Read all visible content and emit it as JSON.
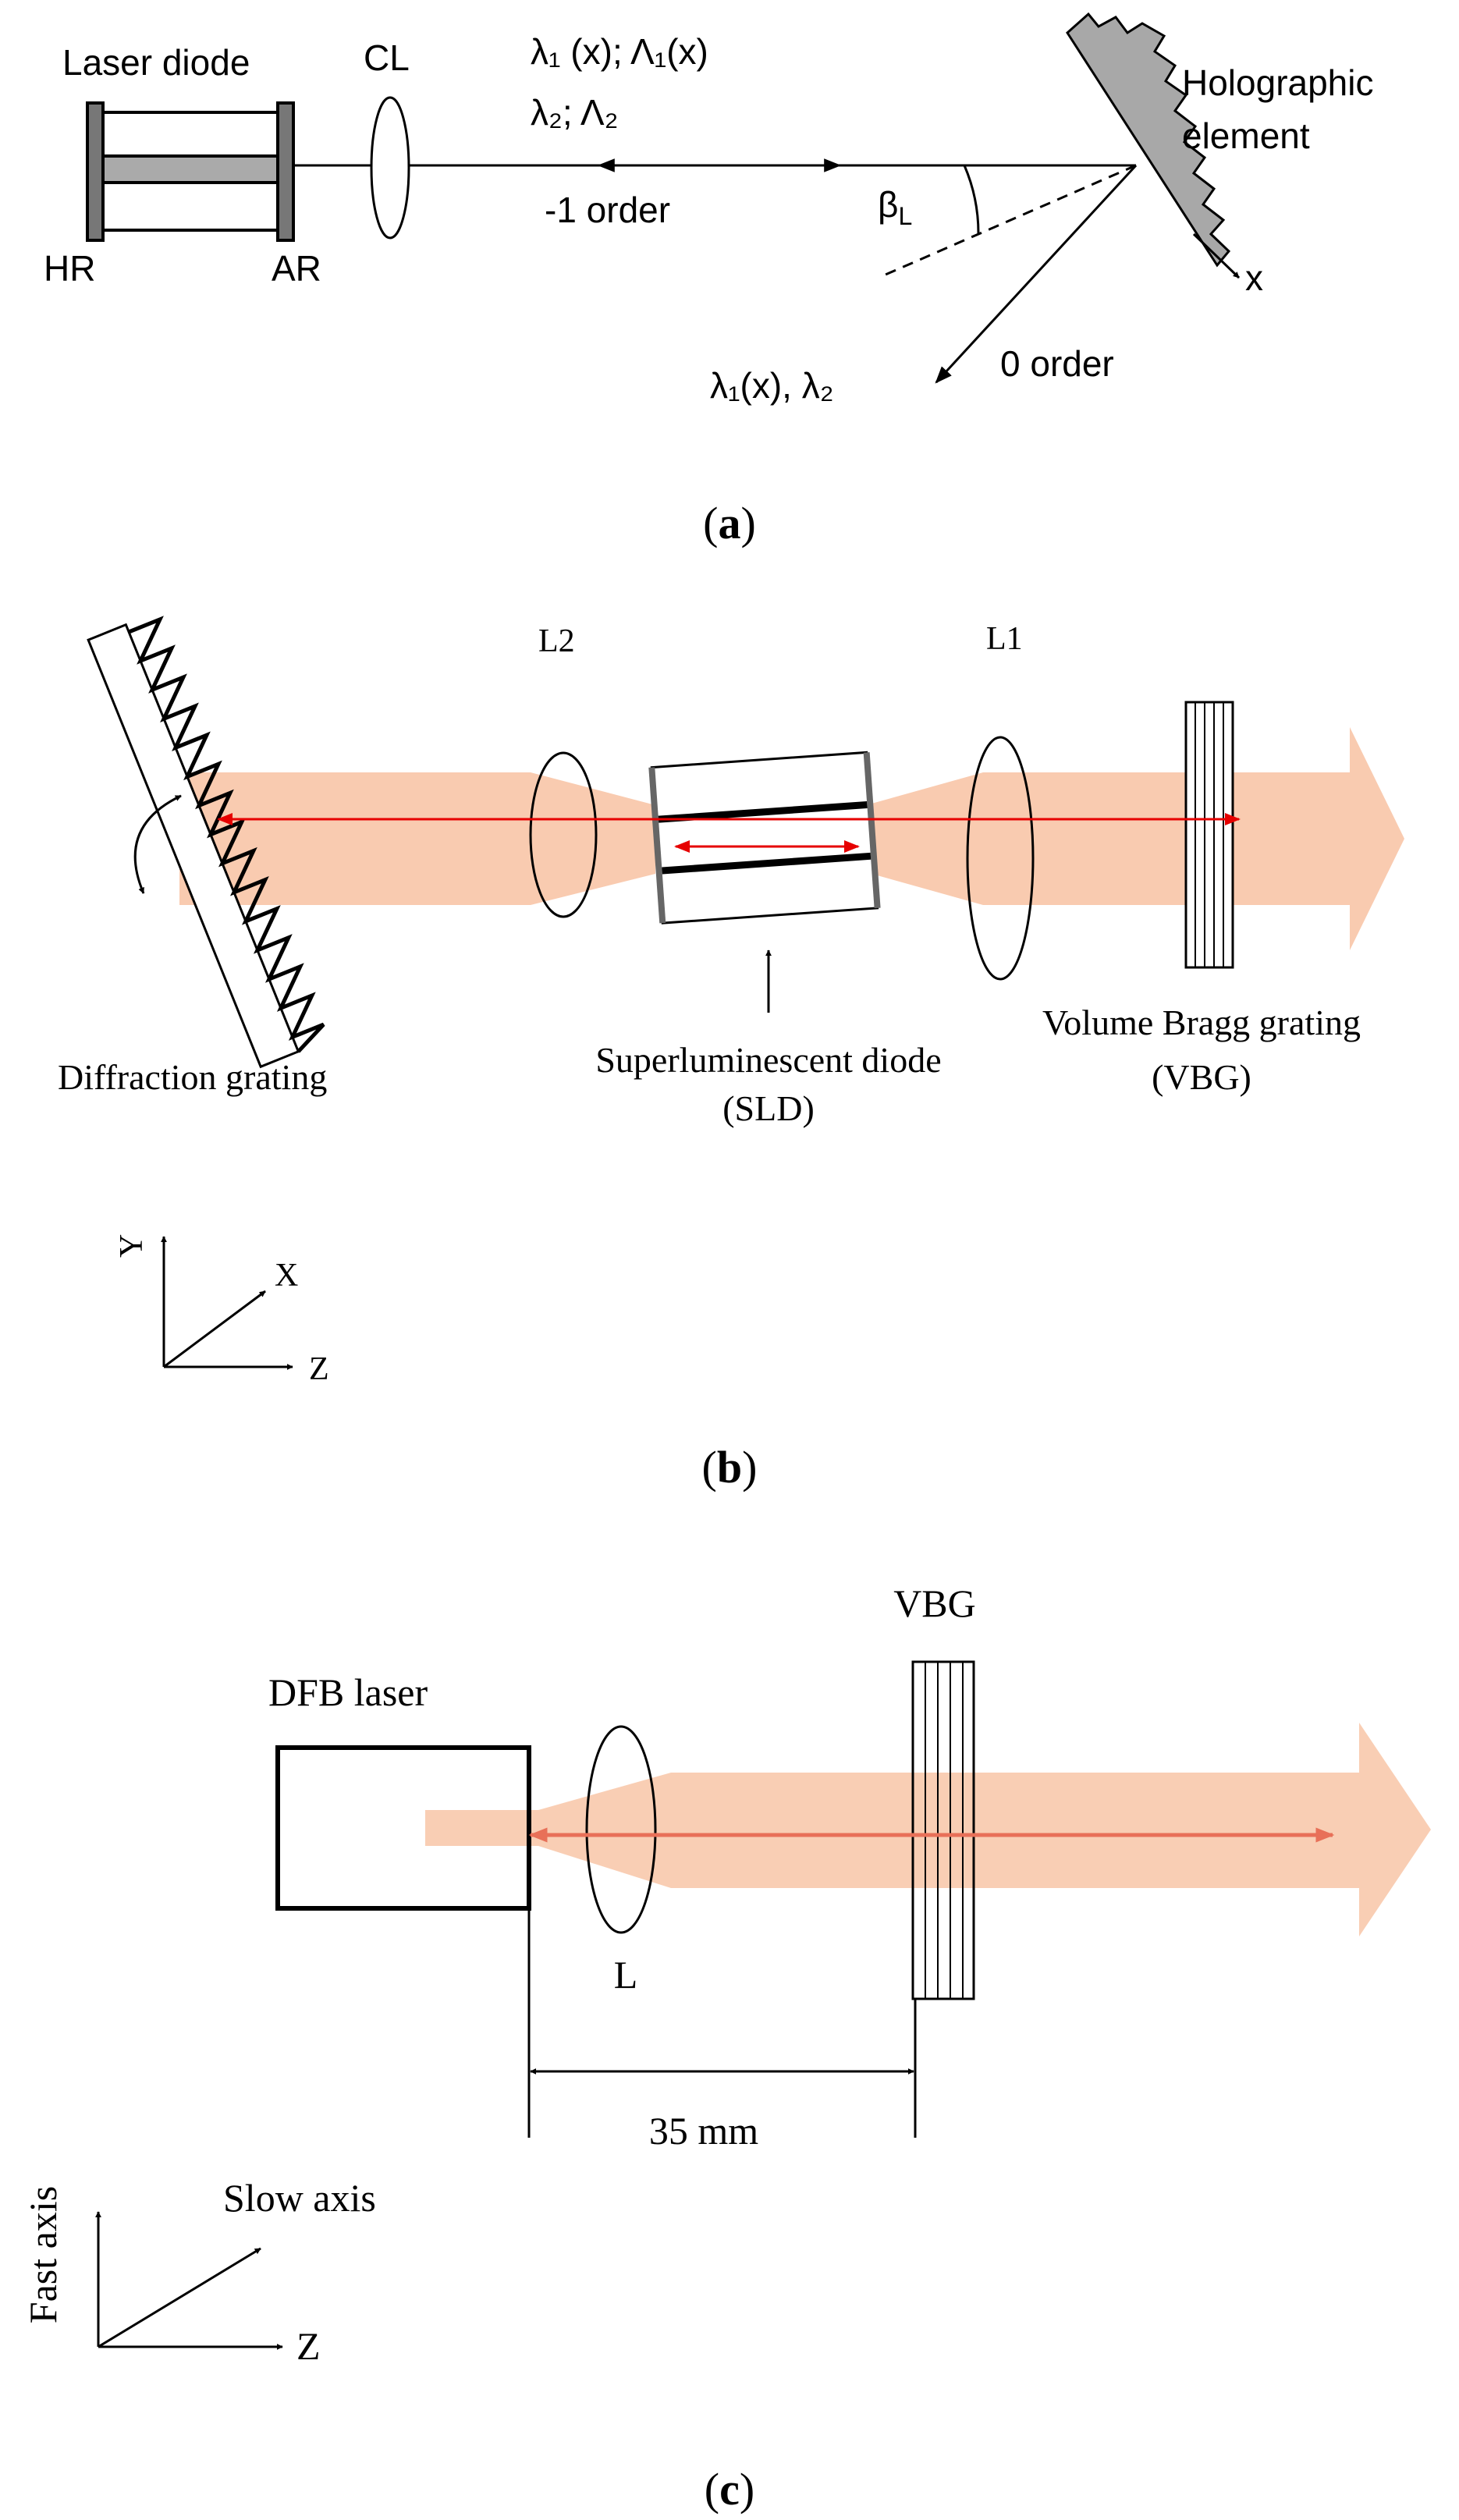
{
  "panel_a": {
    "caption": "a",
    "laser_diode": "Laser diode",
    "hr": "HR",
    "ar": "AR",
    "cl": "CL",
    "lambda1_line": "λ₁ (x); Λ₁(x)",
    "lambda2_line": "λ₂; Λ₂",
    "minus_one_order": "-1 order",
    "beta_l": "β",
    "beta_l_sub": "L",
    "holographic_1": "Holographic",
    "holographic_2": "element",
    "x_axis": "x",
    "zero_order": "0 order",
    "zero_order_lambdas": "λ₁(x), λ₂"
  },
  "panel_b": {
    "caption": "b",
    "l2": "L2",
    "l1": "L1",
    "diffraction_grating": "Diffraction grating",
    "sld_1": "Superluminescent diode",
    "sld_2": "(SLD)",
    "vbg_1": "Volume Bragg grating",
    "vbg_2": "(VBG)",
    "axis_y": "Y",
    "axis_x": "X",
    "axis_z": "Z"
  },
  "panel_c": {
    "caption": "c",
    "vbg": "VBG",
    "dfb_laser": "DFB laser",
    "lens": "L",
    "distance": "35 mm",
    "fast_axis": "Fast axis",
    "slow_axis": "Slow axis",
    "axis_z": "Z"
  },
  "colors": {
    "beam": "#f9cbb0",
    "red_line": "#e60000",
    "c_line": "#e87058",
    "ink": "#000000",
    "grating_fill": "#a8a8a8",
    "diode_fill": "#777777"
  }
}
